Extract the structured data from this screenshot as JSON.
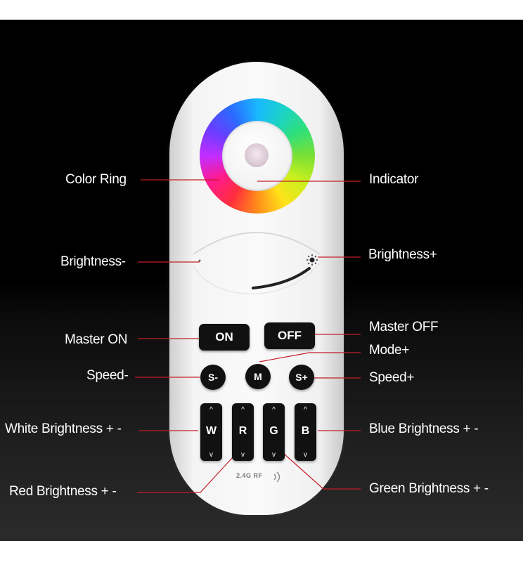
{
  "labels": {
    "color_ring": "Color Ring",
    "indicator": "Indicator",
    "brightness_minus": "Brightness-",
    "brightness_plus": "Brightness+",
    "master_on": "Master ON",
    "master_off": "Master OFF",
    "mode_plus": "Mode+",
    "speed_minus": "Speed-",
    "speed_plus": "Speed+",
    "white_brightness": "White Brightness + -",
    "blue_brightness": "Blue Brightness + -",
    "red_brightness": "Red Brightness + -",
    "green_brightness": "Green Brightness + -"
  },
  "buttons": {
    "on": "ON",
    "off": "OFF",
    "speed_minus": "S-",
    "mode": "M",
    "speed_plus": "S+"
  },
  "channel_keys": [
    {
      "letter": "W",
      "up": "^",
      "down": "v"
    },
    {
      "letter": "R",
      "up": "^",
      "down": "v"
    },
    {
      "letter": "G",
      "up": "^",
      "down": "v"
    },
    {
      "letter": "B",
      "up": "^",
      "down": "v"
    }
  ],
  "rf_marking": "2.4G RF",
  "colors": {
    "background": "#000000",
    "remote_body": "#f6f6f6",
    "button": "#111111",
    "callout_line": "#c41e2a",
    "label_text": "#ffffff"
  }
}
